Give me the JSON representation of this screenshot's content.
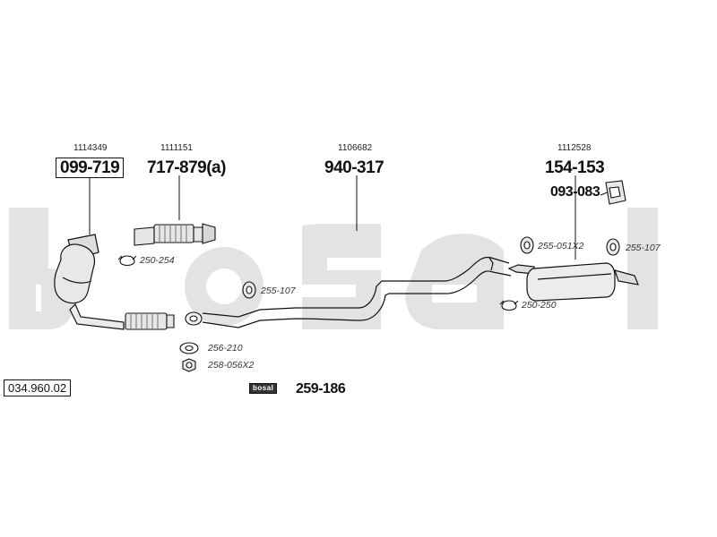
{
  "diagram": {
    "diagram_number": "034.960.02",
    "parts": [
      {
        "ref": "1114349",
        "number": "099-719"
      },
      {
        "ref": "1111151",
        "number": "717-879(a)"
      },
      {
        "ref": "1106682",
        "number": "940-317"
      },
      {
        "ref": "1112528",
        "number": "154-153"
      },
      {
        "number": "093-083"
      },
      {
        "number": "259-186"
      }
    ],
    "accessories": [
      "250-254",
      "255-107",
      "256-210",
      "258-056X2",
      "255-051X2",
      "255-107",
      "250-250"
    ],
    "brand_plate": "bosal",
    "watermark": "bosal"
  }
}
